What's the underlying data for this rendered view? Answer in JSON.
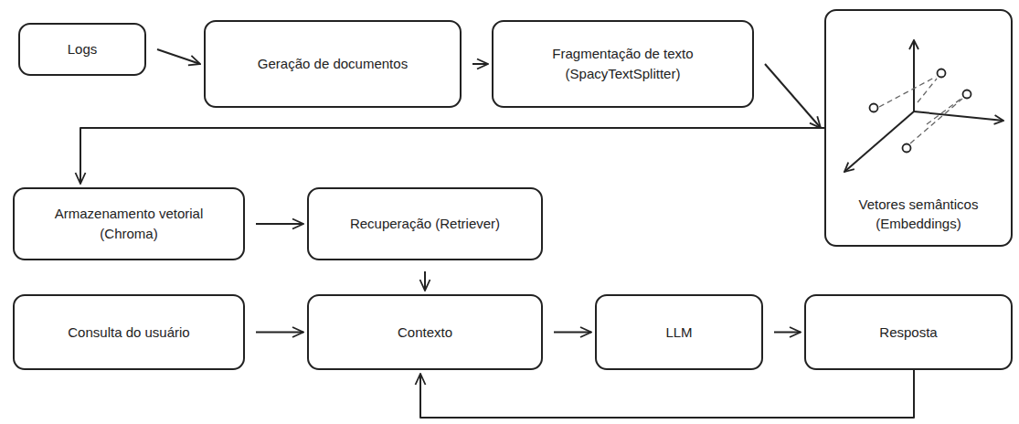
{
  "diagram": {
    "nodes": [
      {
        "text": [
          "Logs"
        ]
      },
      {
        "text": [
          "Geração de documentos"
        ]
      },
      {
        "text": [
          "Fragmentação de texto (SpacyTextSplitter)"
        ]
      },
      {
        "text": [
          "Vetores semânticos (Embeddings)"
        ]
      },
      {
        "text": [
          "Armazenamento vetorial (Chroma)"
        ]
      },
      {
        "text": [
          "Recuperação (Retriever)"
        ]
      },
      {
        "text": [
          "Consulta do usuário"
        ]
      },
      {
        "text": [
          "Contexto"
        ]
      },
      {
        "text": [
          "LLM"
        ]
      },
      {
        "text": [
          "Resposta"
        ]
      }
    ],
    "edges": [
      {
        "from": 0,
        "to": 1,
        "arrow": "to"
      },
      {
        "from": 1,
        "to": 2,
        "arrow": "to"
      },
      {
        "from": 2,
        "to": 3,
        "arrow": "to"
      },
      {
        "from": 3,
        "to": 4,
        "arrow": "to"
      },
      {
        "from": 4,
        "to": 5,
        "arrow": "to"
      },
      {
        "from": 5,
        "to": 7,
        "arrow": "to"
      },
      {
        "from": 6,
        "to": 7,
        "arrow": "to"
      },
      {
        "from": 7,
        "to": 8,
        "arrow": "to"
      },
      {
        "from": 8,
        "to": 9,
        "arrow": "to"
      },
      {
        "from": 9,
        "to": 7,
        "arrow": "to"
      }
    ]
  }
}
